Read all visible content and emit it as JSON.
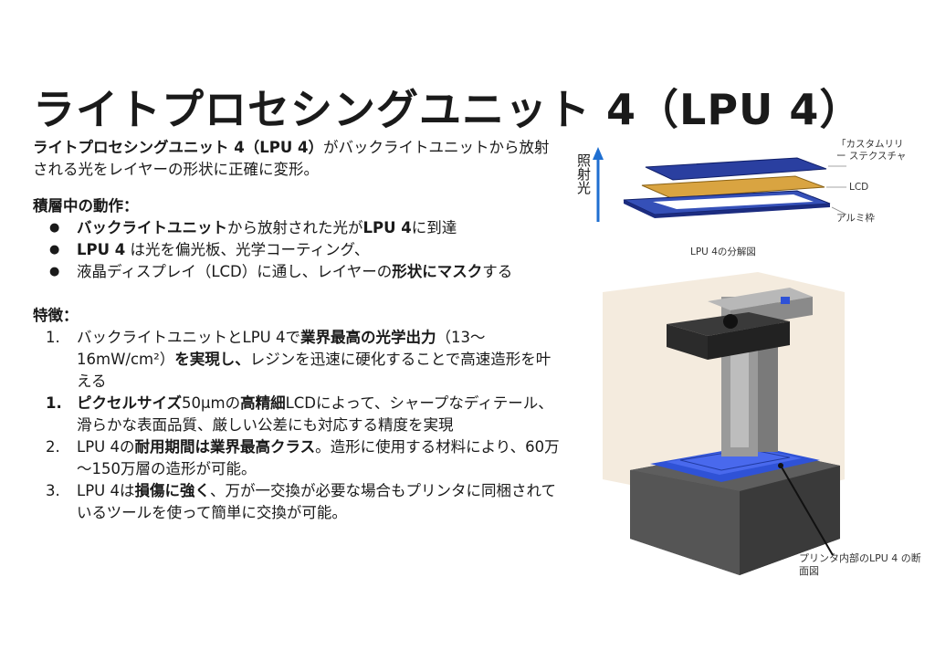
{
  "title": "ライトプロセシングユニット 4（LPU 4）",
  "intro": {
    "strong": "ライトプロセシングユニット 4（LPU 4）",
    "rest": "がバックライトユニットから放射される光をレイヤーの形状に正確に変形。"
  },
  "operation": {
    "heading": "積層中の動作：",
    "items": [
      {
        "p1b": "バックライトユニット",
        "p2": "から放射された光が",
        "p3b": "LPU 4",
        "p4": "に到達"
      },
      {
        "p1b": "LPU 4",
        "p2": " は光を偏光板、光学コーティング、"
      },
      {
        "p1": "液晶ディスプレイ（LCD）に通し、レイヤーの",
        "p2b": "形状にマスク",
        "p3": "する"
      }
    ]
  },
  "features": {
    "heading": "特徴：",
    "items": [
      {
        "num": "1.",
        "a": "バックライトユニットとLPU 4で",
        "b": "業界最高の光学出力",
        "c": "（13～16mW/cm²）",
        "d": "を実現し、",
        "e": "レジンを迅速に硬化することで高速造形を叶える"
      },
      {
        "num": "1.",
        "a": "ピクセルサイズ",
        "b": "50μmの",
        "c": "高精細",
        "d": "LCDによって、シャープなディテール、滑らかな表面品質、厳しい公差にも対応する精度を実現"
      },
      {
        "num": "2.",
        "a": "LPU 4の",
        "b": "耐用期間は業界最高クラス",
        "c": "。造形に使用する材料により、60万～150万層の造形が可能。"
      },
      {
        "num": "3.",
        "a": "LPU 4は",
        "b": "損傷に強く",
        "c": "、万が一交換が必要な場合もプリンタに同梱されているツールを使って簡単に交換が可能。"
      }
    ]
  },
  "diagram": {
    "light_label": "照射光",
    "layer_labels": [
      "「カスタムリリー ステクスチャ",
      "LCD",
      "アルミ枠"
    ],
    "caption": "LPU 4の分解図",
    "callout": "プリンタ内部のLPU 4 の断面図"
  },
  "colors": {
    "blue": "#2a3fa0",
    "gold": "#d9a441",
    "arrow": "#1f6fd1"
  }
}
